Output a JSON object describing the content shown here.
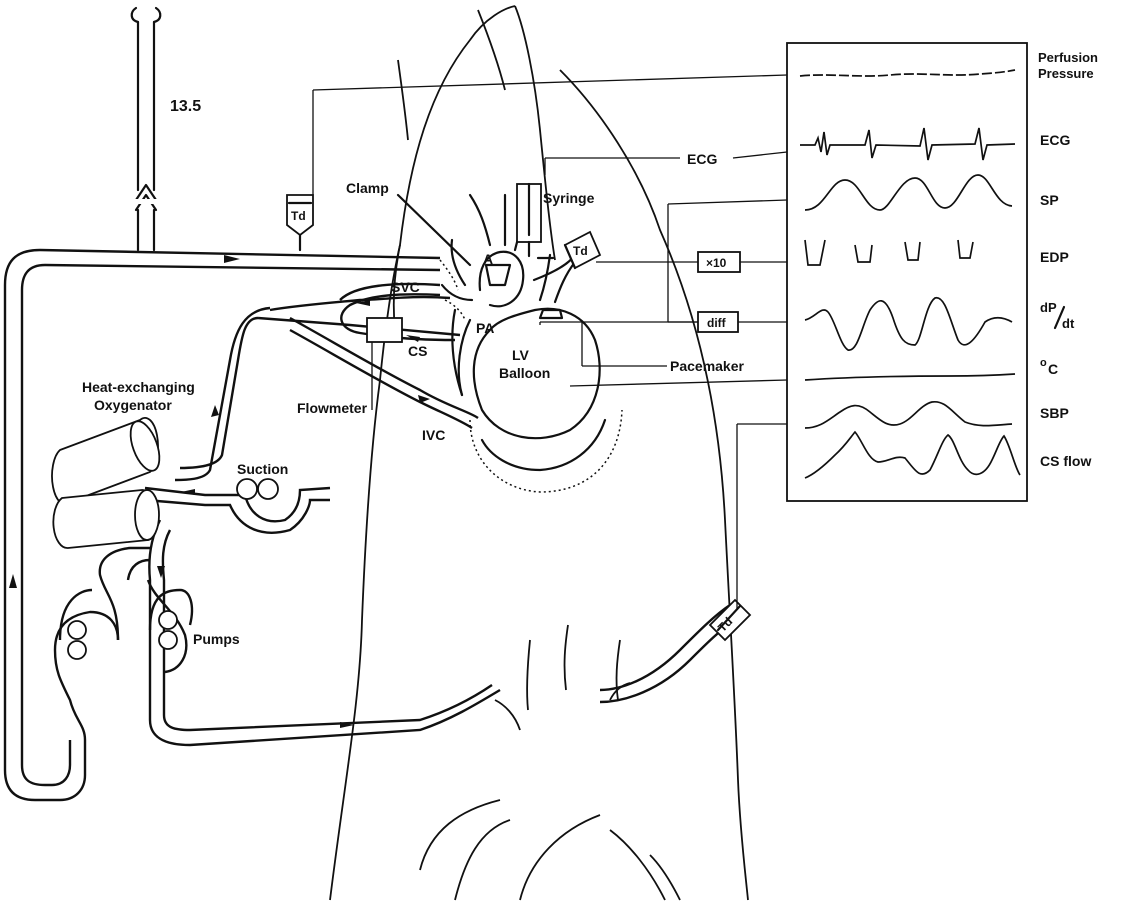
{
  "reservoir": {
    "height": "13.5",
    "transducer": "Td"
  },
  "body_labels": {
    "clamp": "Clamp",
    "syringe": "Syringe",
    "aorta": "A",
    "svc": "SVC",
    "cs": "CS",
    "pa": "PA",
    "lv": "LV",
    "balloon": "Balloon",
    "ivc": "IVC",
    "flowmeter": "Flowmeter",
    "td_heart": "Td",
    "td_femoral": "Td"
  },
  "circuit_labels": {
    "oxygenator_line1": "Heat-exchanging",
    "oxygenator_line2": "Oxygenator",
    "suction": "Suction",
    "pumps": "Pumps"
  },
  "signal_labels": {
    "ecg": "ECG",
    "x10": "×10",
    "diff": "diff",
    "pacemaker": "Pacemaker"
  },
  "recorder": {
    "channels": [
      {
        "label": "Perfusion",
        "label2": "Pressure"
      },
      {
        "label": "ECG"
      },
      {
        "label": "SP"
      },
      {
        "label": "EDP"
      },
      {
        "label": "dP/dt",
        "num": "dP",
        "den": "dt"
      },
      {
        "label": "°C",
        "deg": "o",
        "unit": "C"
      },
      {
        "label": "SBP"
      },
      {
        "label": "CS flow"
      }
    ]
  },
  "colors": {
    "line": "#111111",
    "background": "#ffffff"
  }
}
